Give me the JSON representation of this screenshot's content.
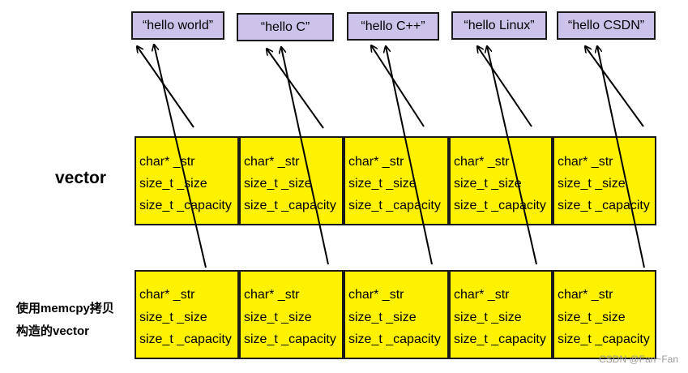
{
  "strings": [
    "“hello world”",
    "“hello C”",
    "“hello C++”",
    "“hello Linux”",
    "“hello CSDN”"
  ],
  "fields": [
    "char* _str",
    "size_t _size",
    "size_t _capacity"
  ],
  "labels": {
    "vector": "vector",
    "copy_line1": "使用memcpy拷贝",
    "copy_line2": "构造的vector"
  },
  "watermark": "CSDN @Fan~Fan",
  "colors": {
    "string_box": "#cdc3ea",
    "cell": "#fff200",
    "border": "#1a1a1a"
  }
}
